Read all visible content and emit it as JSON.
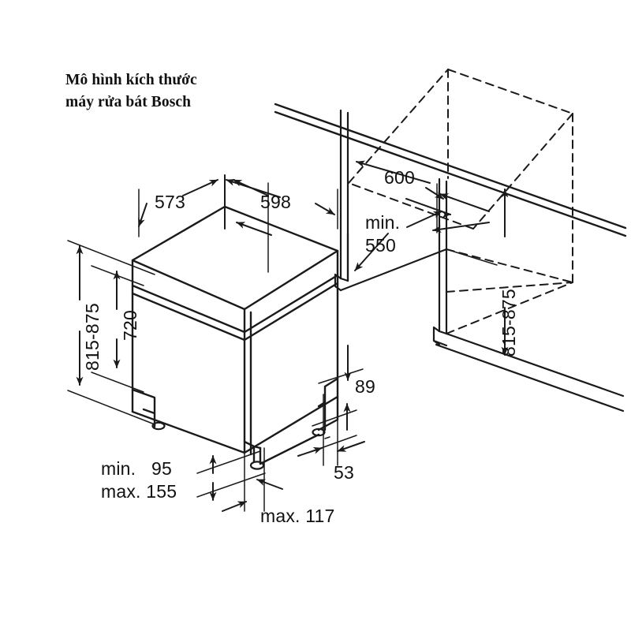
{
  "title": {
    "line1": "Mô hình kích thước",
    "line2": "máy rửa bát Bosch",
    "full": "Mô hình kích thước\nmáy rửa bát Bosch"
  },
  "diagram": {
    "subject": "Bosch dishwasher installation dimension drawing",
    "units": "mm",
    "line_color": "#1a1a1a",
    "background": "#ffffff"
  },
  "dimensions": {
    "appliance_depth": {
      "label": "573",
      "value": 573,
      "unit": "mm",
      "note": "appliance depth (top left)"
    },
    "appliance_width": {
      "label": "598",
      "value": 598,
      "unit": "mm",
      "note": "appliance width (top right)"
    },
    "total_height_left": {
      "label": "815-875",
      "min": 815,
      "max": 875,
      "unit": "mm",
      "note": "overall installation height"
    },
    "body_height": {
      "label": "720",
      "value": 720,
      "unit": "mm",
      "note": "appliance body height"
    },
    "niche_width": {
      "label": "600",
      "value": 600,
      "unit": "mm",
      "note": "niche width"
    },
    "niche_depth_min": {
      "label": "min.\n550",
      "label_line1": "min.",
      "label_line2": "550",
      "value": 550,
      "unit": "mm",
      "note": "minimum niche depth"
    },
    "niche_height_right": {
      "label": "815-875",
      "min": 815,
      "max": 875,
      "unit": "mm",
      "note": "niche height"
    },
    "plinth_height": {
      "label": "89",
      "value": 89,
      "unit": "mm",
      "note": "plinth / toe-kick height"
    },
    "plinth_setback": {
      "label": "53",
      "value": 53,
      "unit": "mm",
      "note": "plinth setback"
    },
    "foot_range": {
      "label": "min.   95\nmax. 155",
      "label_line1": "min.   95",
      "label_line2": "max. 155",
      "min": 95,
      "max": 155,
      "unit": "mm",
      "note": "adjustable foot height range"
    },
    "front_clearance_max": {
      "label": "max. 117",
      "value": 117,
      "unit": "mm",
      "note": "maximum front projection"
    }
  },
  "labels": [
    {
      "key": "appliance_depth",
      "text": "573"
    },
    {
      "key": "appliance_width",
      "text": "598"
    },
    {
      "key": "total_height_left",
      "text": "815-875"
    },
    {
      "key": "body_height",
      "text": "720"
    },
    {
      "key": "niche_width",
      "text": "600"
    },
    {
      "key": "niche_depth_min",
      "text": "min.\n550"
    },
    {
      "key": "niche_height_right",
      "text": "815-875"
    },
    {
      "key": "plinth_height",
      "text": "89"
    },
    {
      "key": "plinth_setback",
      "text": "53"
    },
    {
      "key": "foot_range",
      "text": "min.   95\nmax. 155"
    },
    {
      "key": "front_clearance_max",
      "text": "max. 117"
    }
  ]
}
